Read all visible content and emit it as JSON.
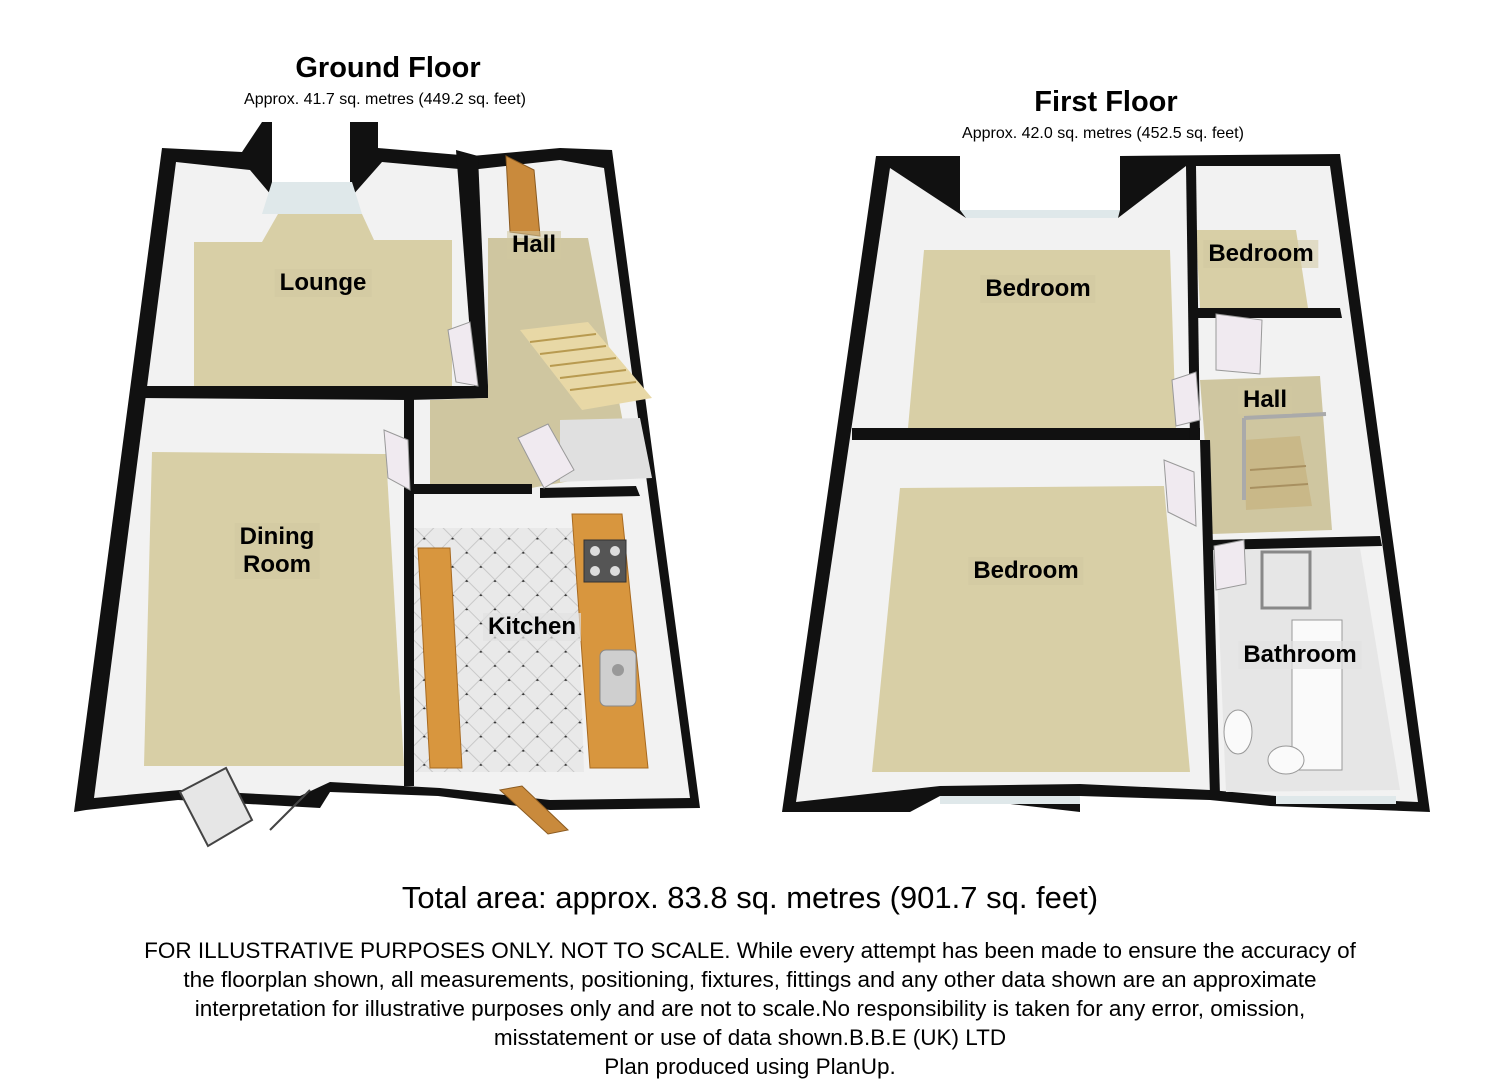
{
  "ground_floor": {
    "title": "Ground Floor",
    "area": "Approx.  41.7 sq. metres (449.2 sq. feet)",
    "rooms": {
      "lounge": "Lounge",
      "hall": "Hall",
      "dining_line1": "Dining",
      "dining_line2": "Room",
      "kitchen": "Kitchen"
    }
  },
  "first_floor": {
    "title": "First Floor",
    "area": "Approx.  42.0 sq. metres (452.5 sq. feet)",
    "rooms": {
      "bedroom_1": "Bedroom",
      "bedroom_2": "Bedroom",
      "bedroom_3": "Bedroom",
      "hall": "Hall",
      "bathroom": "Bathroom"
    }
  },
  "total_area": "Total area: approx.  83.8 sq. metres (901.7 sq. feet)",
  "disclaimer_lines": [
    "FOR ILLUSTRATIVE PURPOSES ONLY. NOT TO SCALE. While every attempt has been made to ensure the accuracy of",
    "the floorplan shown, all measurements, positioning, fixtures, fittings and any other data shown are an approximate",
    "interpretation for illustrative purposes only and are not to scale.No responsibility is taken for any error, omission,",
    "misstatement or use of data shown.B.B.E (UK) LTD",
    "Plan produced using PlanUp."
  ],
  "colors": {
    "wall": "#000000",
    "wall_face": "#f2f2f2",
    "carpet": "#d8cfa6",
    "kitchen_floor": "#e6e6e6",
    "worktop": "#d8963e",
    "window": "#dfe8ea"
  }
}
